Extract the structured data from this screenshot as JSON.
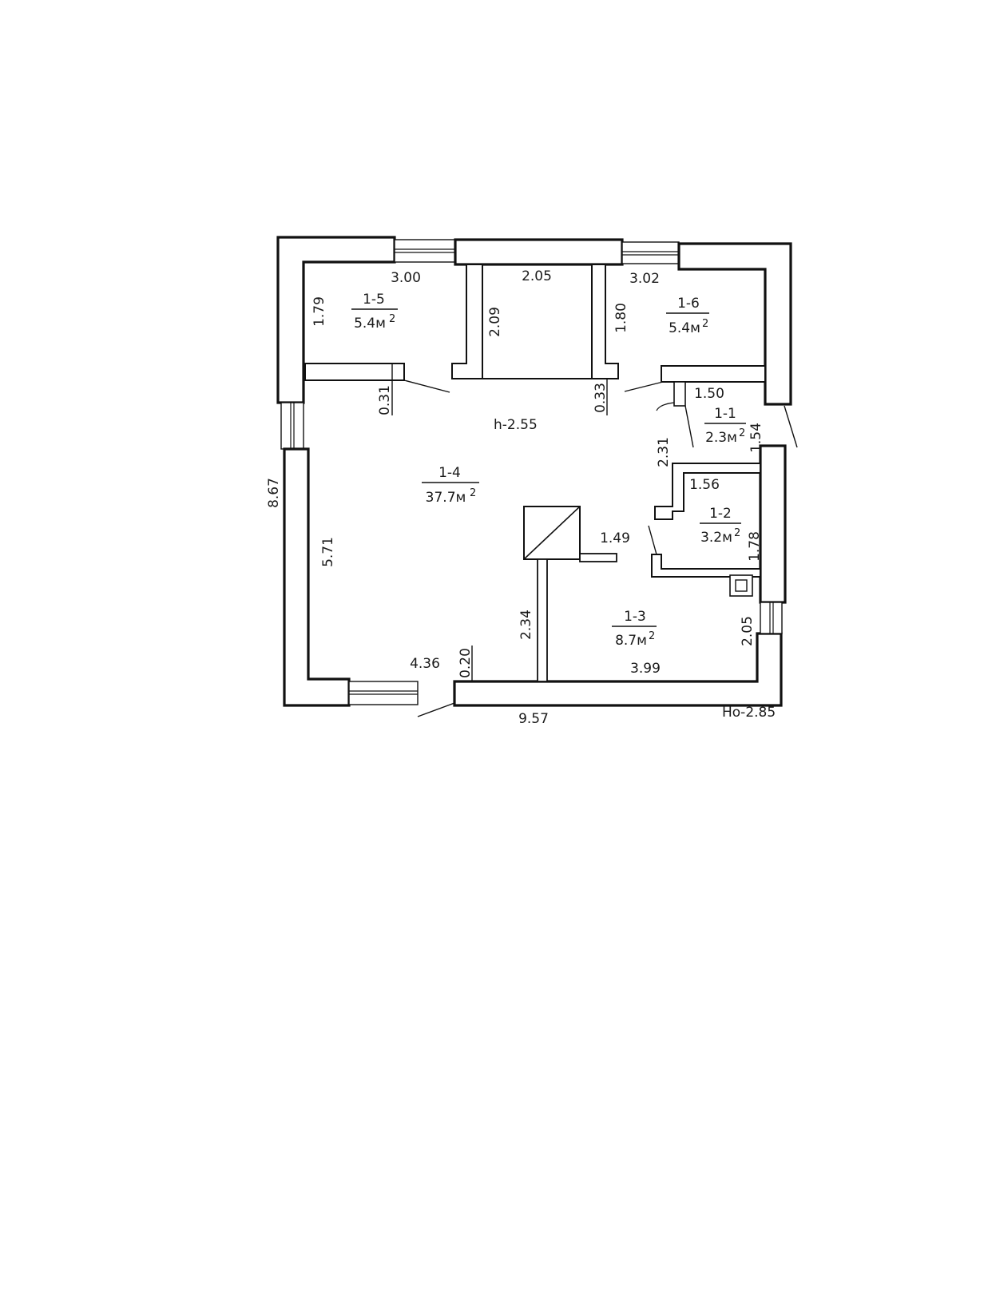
{
  "rooms": [
    {
      "id": "1-5",
      "area": "5.4м"
    },
    {
      "id": "1-6",
      "area": "5.4м"
    },
    {
      "id": "1-1",
      "area": "2.3м"
    },
    {
      "id": "1-4",
      "area": "37.7м"
    },
    {
      "id": "1-2",
      "area": "3.2м"
    },
    {
      "id": "1-3",
      "area": "8.7м"
    }
  ],
  "area_exponent": "2",
  "dimensions": {
    "top_left": "3.00",
    "top_mid": "2.05",
    "top_right": "3.02",
    "room15_height": "1.79",
    "hall_depth": "2.09",
    "room16_height": "1.80",
    "wall_left": "0.31",
    "wall_mid": "0.33",
    "closet_width": "1.50",
    "closet_depth": "1.54",
    "bath_side": "2.31",
    "bath_width": "1.56",
    "bath_depth": "1.78",
    "partition": "1.49",
    "storage_side": "2.34",
    "storage_depth": "2.05",
    "bottom_left": "4.36",
    "bottom_wall": "0.20",
    "bottom_right": "3.99",
    "overall_width": "9.57",
    "overall_height": "8.67",
    "left_inner": "5.71"
  },
  "ceiling_height": "h-2.55",
  "outer_height": "Hо-2.85"
}
